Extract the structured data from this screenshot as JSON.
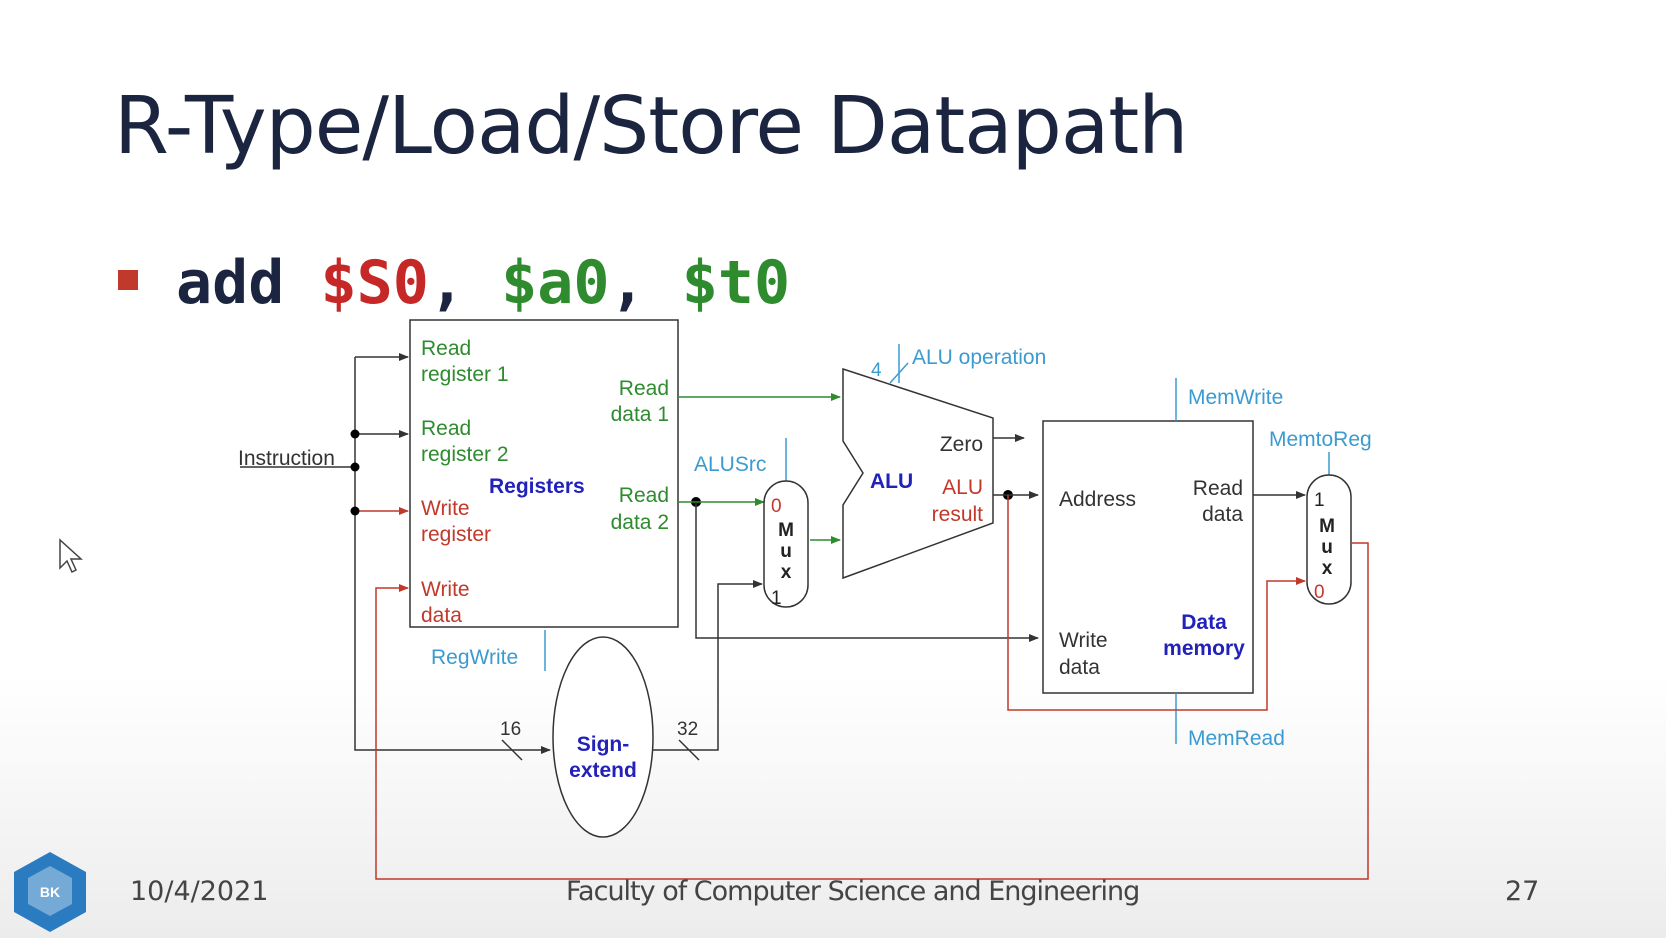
{
  "slide": {
    "title": "R-Type/Load/Store Datapath",
    "bullet": {
      "op": "add",
      "rd": "$S0",
      "rs": "$a0",
      "rt": "$t0",
      "separator": ","
    }
  },
  "diagram": {
    "instruction": "Instruction",
    "registers": {
      "name": "Registers",
      "read_register_1": [
        "Read",
        "register 1"
      ],
      "read_register_2": [
        "Read",
        "register 2"
      ],
      "write_register": [
        "Write",
        "register"
      ],
      "write_data": [
        "Write",
        "data"
      ],
      "read_data_1": [
        "Read",
        "data 1"
      ],
      "read_data_2": [
        "Read",
        "data 2"
      ]
    },
    "reg_write": "RegWrite",
    "alu_src": "ALUSrc",
    "mux_alu": {
      "top": "0",
      "bottom": "1",
      "letters": [
        "M",
        "u",
        "x"
      ]
    },
    "alu": {
      "name": "ALU",
      "zero": "Zero",
      "result": [
        "ALU",
        "result"
      ],
      "operation": "ALU operation",
      "op_width": "4"
    },
    "data_memory": {
      "name": [
        "Data",
        "memory"
      ],
      "address": "Address",
      "read_data": [
        "Read",
        "data"
      ],
      "write_data": [
        "Write",
        "data"
      ]
    },
    "mem_write": "MemWrite",
    "mem_read": "MemRead",
    "mem_to_reg": "MemtoReg",
    "mux_wb": {
      "top": "1",
      "bottom": "0",
      "letters": [
        "M",
        "u",
        "x"
      ]
    },
    "sign_extend": [
      "Sign-",
      "extend"
    ],
    "width_in": "16",
    "width_out": "32"
  },
  "footer": {
    "date": "10/4/2021",
    "faculty": "Faculty of Computer Science and Engineering",
    "page": "27",
    "logo_text": "BK"
  },
  "colors": {
    "title": "#1b2540",
    "label_green": "#2e8b2e",
    "label_red": "#c0392b",
    "label_blue": "#2222bb",
    "control_cyan": "#3b9bd0",
    "wire": "#333333"
  }
}
